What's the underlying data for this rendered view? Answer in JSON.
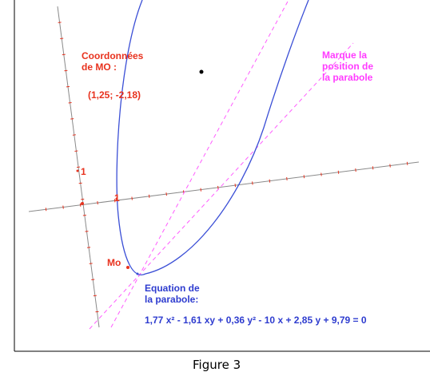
{
  "labels": {
    "coords_title": "Coordonnées\nde MO :",
    "coords_value": "(1,25; -2,18)",
    "marker_note": "Marque la\nposition de\nla parabole",
    "tick_one_vertical": "1",
    "tick_one_horizontal": "1",
    "point_mo": "Mo",
    "equation_title": "Equation de\nla parabole:",
    "equation": "1,77 x² - 1,61 xy + 0,36 y² - 10 x + 2,85 y + 9,79 = 0"
  },
  "caption": "Figure 3",
  "colors": {
    "axes": "#8a8a8a",
    "ticks": "#e8321e",
    "parabola": "#3b4fd6",
    "guide_lines": "#ff5cff",
    "red_text": "#e8321e",
    "magenta_text": "#ff3cff",
    "blue_text": "#2e3ccf"
  }
}
